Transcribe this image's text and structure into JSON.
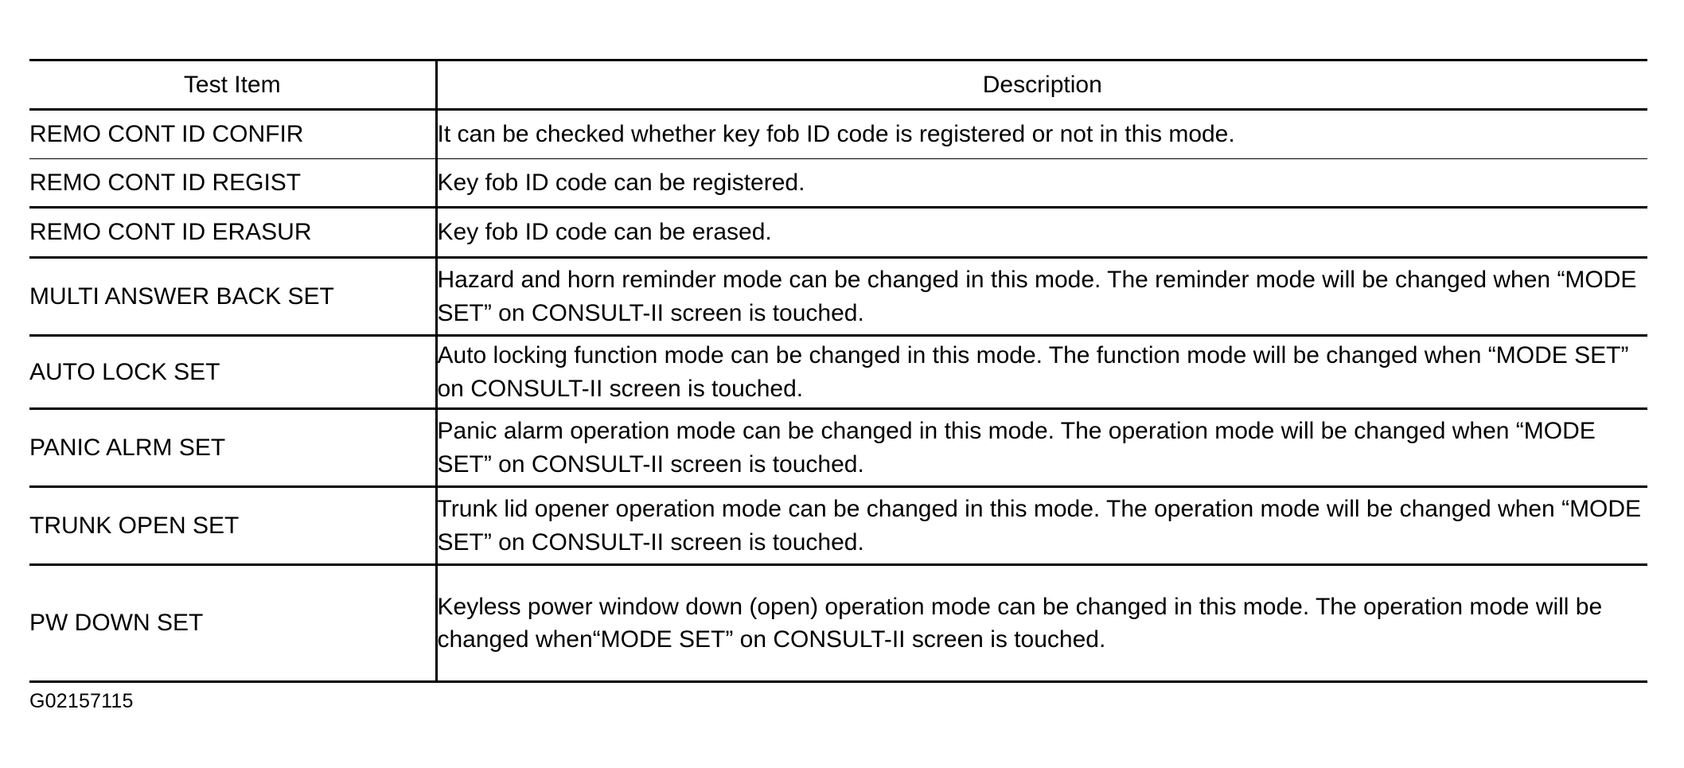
{
  "table": {
    "headers": {
      "test_item": "Test Item",
      "description": "Description"
    },
    "rows": [
      {
        "test_item": "REMO CONT ID CONFIR",
        "description": "It can be checked whether key fob ID code is registered or not in this mode."
      },
      {
        "test_item": "REMO CONT ID REGIST",
        "description": "Key fob ID code can be registered."
      },
      {
        "test_item": "REMO CONT ID ERASUR",
        "description": "Key fob ID code can be erased."
      },
      {
        "test_item": "MULTI ANSWER BACK SET",
        "description": "Hazard and horn reminder mode can be changed in this mode. The reminder mode will be changed when “MODE SET” on CONSULT-II screen is touched."
      },
      {
        "test_item": "AUTO LOCK SET",
        "description": "Auto locking function mode can be changed in this mode. The function mode will be changed when “MODE SET” on CONSULT-II screen is touched."
      },
      {
        "test_item": "PANIC ALRM SET",
        "description": "Panic alarm operation mode can be changed in this mode. The operation mode will be changed when “MODE SET” on CONSULT-II screen is touched."
      },
      {
        "test_item": "TRUNK OPEN SET",
        "description": "Trunk lid opener operation mode can be changed in this mode. The operation mode will be changed when “MODE SET” on CONSULT-II screen is touched."
      },
      {
        "test_item": "PW DOWN SET",
        "description": "Keyless power window down (open) operation mode can be changed in this mode. The operation mode will be changed when“MODE SET” on CONSULT-II screen is touched."
      }
    ]
  },
  "figure_id": "G02157115",
  "colors": {
    "text": "#000000",
    "rule": "#000000",
    "background": "#ffffff"
  }
}
